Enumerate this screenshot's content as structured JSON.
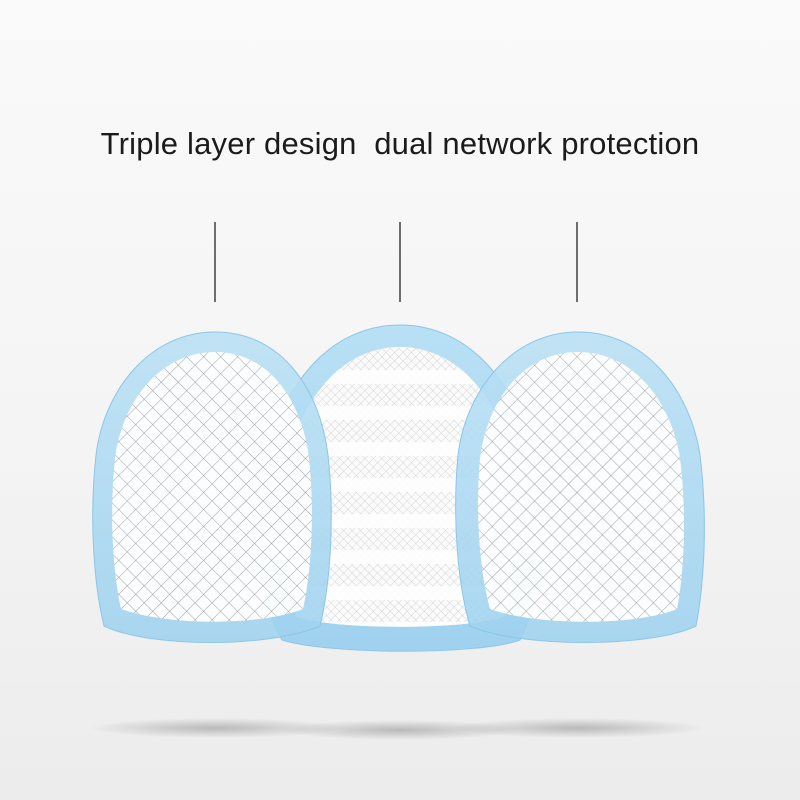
{
  "caption": {
    "text": "Triple layer design  dual network protection"
  },
  "rackets": [
    {
      "name": "left-racket-head",
      "layer": "outer-mesh"
    },
    {
      "name": "center-racket-head",
      "layer": "middle-mesh"
    },
    {
      "name": "right-racket-head",
      "layer": "outer-mesh"
    }
  ],
  "colors": {
    "frame": "#aad8f2",
    "frame_edge": "#8cc6e8",
    "mesh": "#6a6a6a",
    "leader_line": "#333333",
    "text": "#1b1b1b",
    "background": "#f6f6f6"
  }
}
